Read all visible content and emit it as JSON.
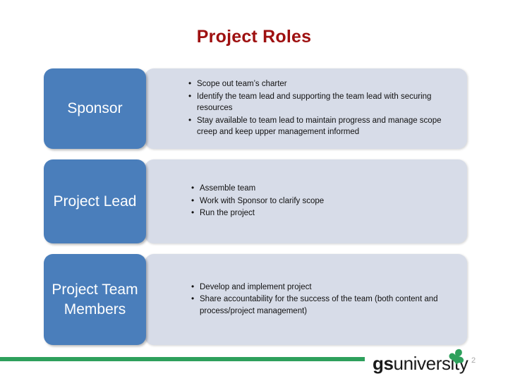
{
  "slide": {
    "title": "Project Roles",
    "title_color": "#9e1010",
    "page_number": "2"
  },
  "theme": {
    "label_bg": "#4a7ebb",
    "label_text": "#ffffff",
    "panel_bg": "#d7dce8",
    "rule_green": "#2ea05c"
  },
  "roles": [
    {
      "label": "Sponsor",
      "bullets": [
        "Scope out team’s charter",
        "Identify the team lead and supporting the team lead with securing resources",
        "Stay available to team lead to maintain progress and manage scope creep and keep upper management informed"
      ]
    },
    {
      "label": "Project Lead",
      "bullets": [
        "Assemble team",
        "Work with Sponsor to clarify scope",
        "Run the project"
      ]
    },
    {
      "label": "Project Team Members",
      "bullets": [
        "Develop and implement project",
        "Share accountability for the success of the team (both content and process/project management)"
      ]
    }
  ],
  "footer": {
    "brand_bold": "gs",
    "brand_rest": "university",
    "trefoil_color": "#2ea05c"
  }
}
